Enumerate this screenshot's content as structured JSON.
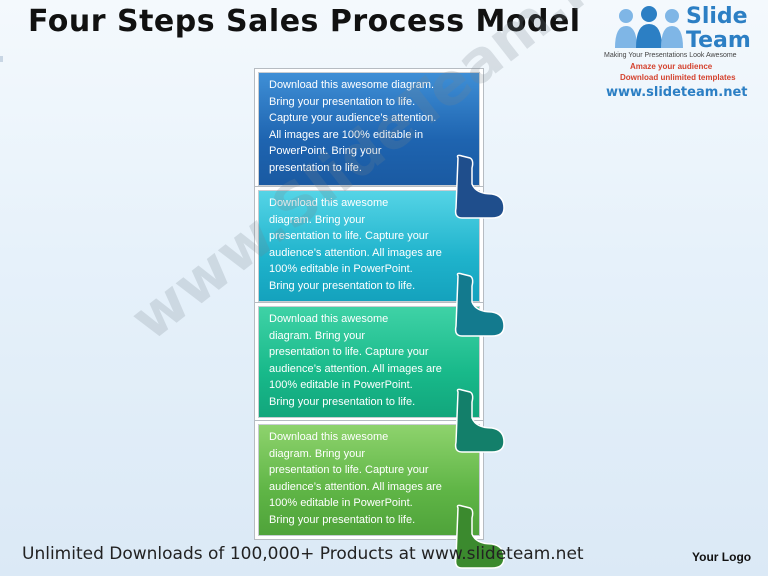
{
  "title": "Four Steps Sales Process Model",
  "logo": {
    "line1": "Slide",
    "line2": "Team",
    "tagline": "Making Your Presentations Look Awesome",
    "promo_line1": "Amaze your audience",
    "promo_line2": "Download unlimited templates",
    "url": "www.slideteam.net"
  },
  "steps": [
    {
      "lines": [
        "Download this awesome diagram.",
        "Bring your presentation to life.",
        "Capture your audience’s attention.",
        "All images are 100% editable in",
        "PowerPoint. Bring your",
        "presentation to life."
      ],
      "color": "#1e64b0"
    },
    {
      "lines": [
        "Download this awesome",
        "diagram. Bring your",
        " presentation to life. Capture your",
        "audience’s attention. All images are",
        "100% editable in PowerPoint.",
        "Bring your presentation to life."
      ],
      "color": "#1fb3cc"
    },
    {
      "lines": [
        "Download this awesome",
        "diagram. Bring your",
        " presentation to life. Capture your",
        "audience’s attention. All images are",
        "100% editable in PowerPoint.",
        " Bring your presentation to life."
      ],
      "color": "#18b98a"
    },
    {
      "lines": [
        "Download this awesome",
        "diagram. Bring your",
        " presentation to life. Capture your",
        "audience’s attention. All images are",
        "100% editable in PowerPoint.",
        "Bring your presentation to life."
      ],
      "color": "#5fb546"
    }
  ],
  "tab_colors": [
    "#1f4e8c",
    "#137a8e",
    "#137f6a",
    "#3b8a2e"
  ],
  "watermark": "www.SlideTeam.net",
  "footer": "Unlimited Downloads of 100,000+ Products at www.slideteam.net",
  "your_logo": "Your Logo"
}
